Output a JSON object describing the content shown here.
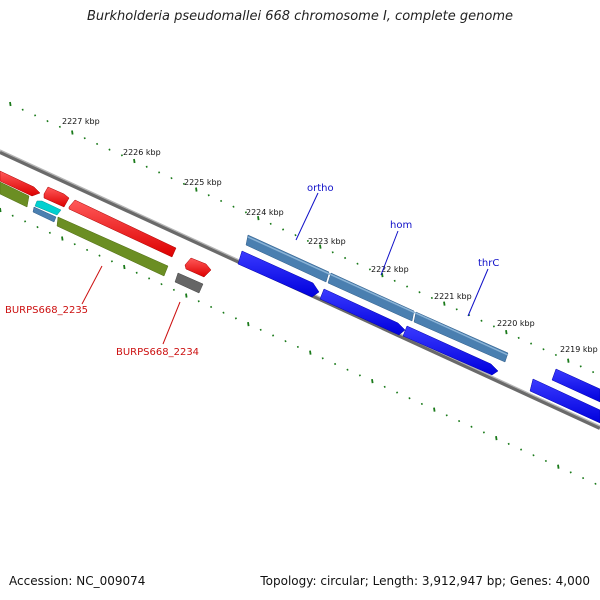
{
  "title": "Burkholderia pseudomallei 668 chromosome I, complete genome",
  "footer": {
    "accession": "Accession: NC_009074",
    "summary": "Topology: circular; Length: 3,912,947 bp; Genes: 4,000"
  },
  "ruler": {
    "ticks": [
      "2227 kbp",
      "2226 kbp",
      "2225 kbp",
      "2224 kbp",
      "2223 kbp",
      "2222 kbp",
      "2221 kbp",
      "2220 kbp",
      "2219 kbp"
    ]
  },
  "gene_labels": {
    "ortho": "ortho",
    "hom": "hom",
    "thrC": "thrC",
    "burps2235": "BURPS668_2235",
    "burps2234": "BURPS668_2234"
  },
  "colors": {
    "forward_cds": "#ee0000",
    "reverse_cds": "#0000ee",
    "cog_olive": "#6b8e23",
    "cog_steel": "#4a7fb0",
    "cog_gray": "#666666",
    "cog_cyan": "#00cccc",
    "tick_green": "#1a7a1a",
    "backbone": "#888888",
    "label_blue": "#1010c8",
    "label_red": "#cc1010"
  }
}
